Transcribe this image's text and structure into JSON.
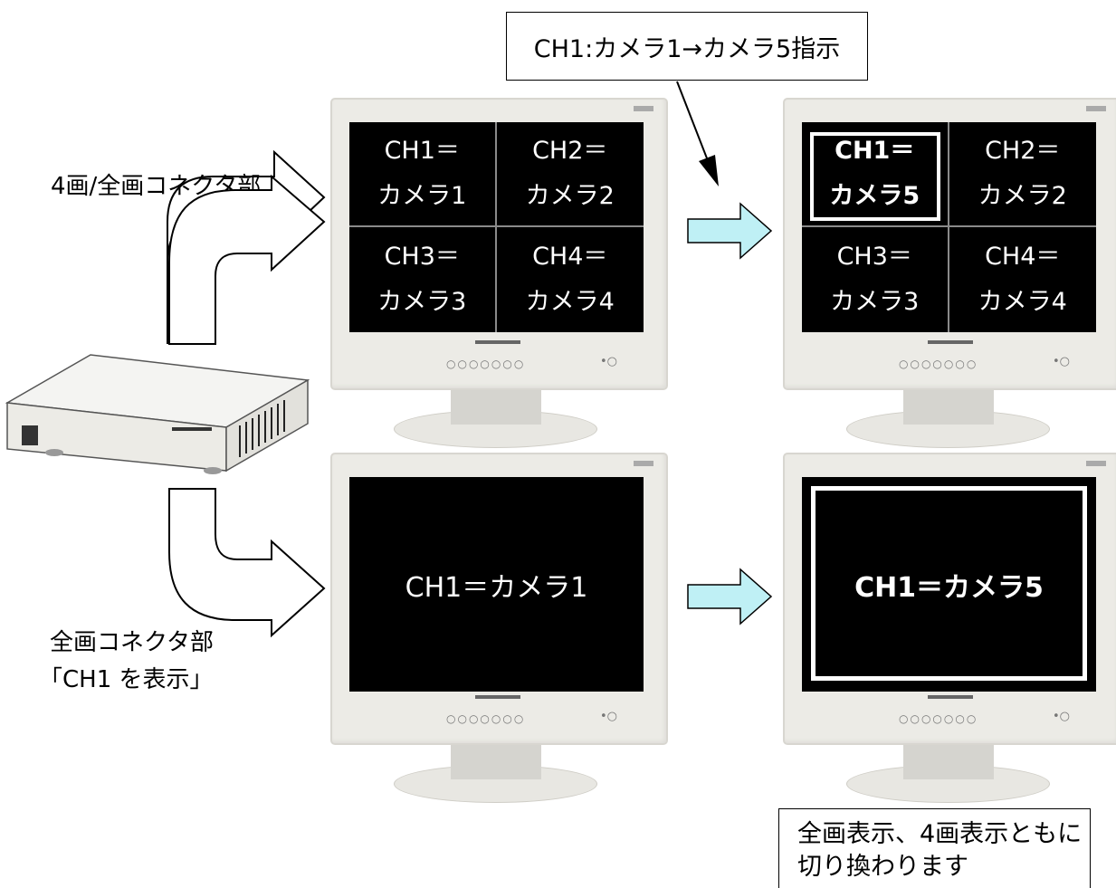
{
  "callouts": {
    "top": "CH1:カメラ1→カメラ5指示",
    "bottom": "全画表示、4画表示ともに切り換わります"
  },
  "labels": {
    "quad_connector": "4画/全画コネクタ部",
    "full_connector_line1": "全画コネクタ部",
    "full_connector_line2": "「CH1 を表示」"
  },
  "monitors": {
    "quad_before": [
      [
        "CH1＝",
        "カメラ1"
      ],
      [
        "CH2＝",
        "カメラ2"
      ],
      [
        "CH3＝",
        "カメラ3"
      ],
      [
        "CH4＝",
        "カメラ4"
      ]
    ],
    "quad_after": [
      [
        "CH1＝",
        "カメラ5"
      ],
      [
        "CH2＝",
        "カメラ2"
      ],
      [
        "CH3＝",
        "カメラ3"
      ],
      [
        "CH4＝",
        "カメラ4"
      ]
    ],
    "full_before": "CH1＝カメラ1",
    "full_after": "CH1＝カメラ5"
  },
  "colors": {
    "screen": "#000000",
    "bezel": "#ecebe6",
    "transition_arrow": "#bff0f5",
    "highlight": "#ffffff"
  }
}
